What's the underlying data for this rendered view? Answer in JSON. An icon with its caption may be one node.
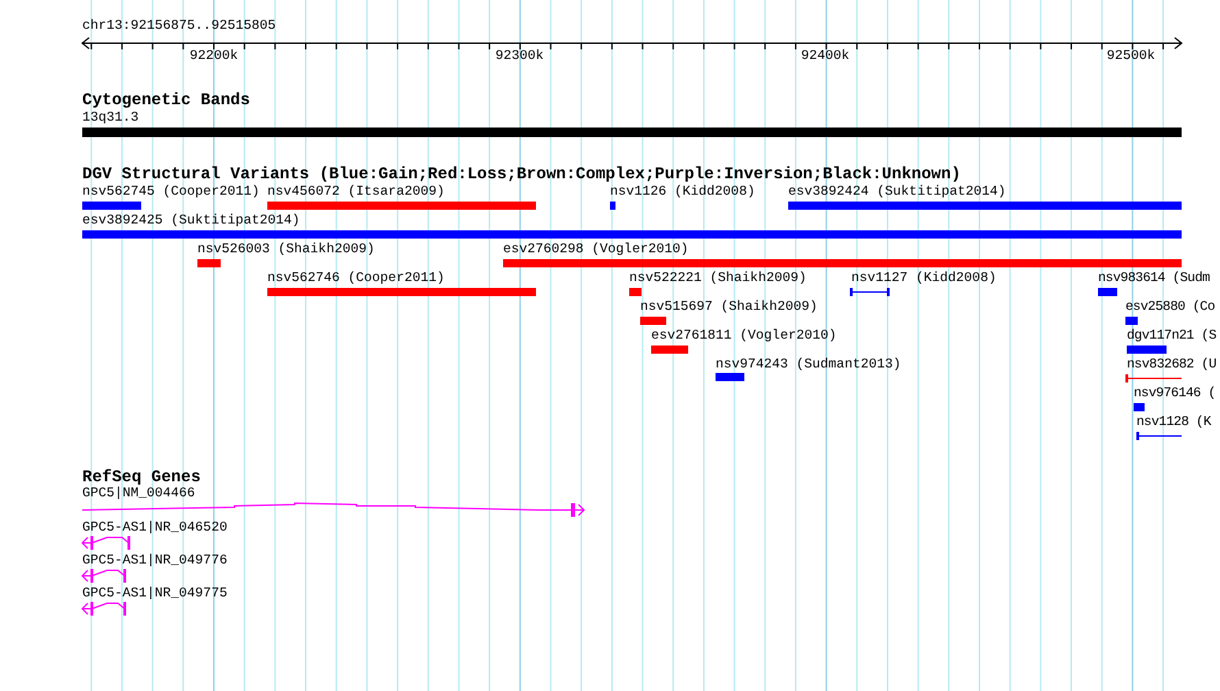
{
  "diagram": {
    "labels": [
      "chr13:92156875..92515805",
      "92200k",
      "92300k",
      "92400k",
      "92500k",
      "Cytogenetic Bands",
      "13q31.3",
      "DGV Structural Variants (Blue:Gain;Red:Loss;Brown:Complex;Purple:Inversion;Black:Unknown)",
      "nsv562745 (Cooper2011)",
      "nsv456072 (Itsara2009)",
      "nsv1126 (Kidd2008)",
      "esv3892424 (Suktitipat2014)",
      "esv3892425 (Suktitipat2014)",
      "nsv526003 (Shaikh2009)",
      "esv2760298 (Vogler2010)",
      "nsv562746 (Cooper2011)",
      "nsv522221 (Shaikh2009)",
      "nsv1127 (Kidd2008)",
      "nsv983614 (Sudm",
      "nsv515697 (Shaikh2009)",
      "esv25880 (Co",
      "esv2761811 (Vogler2010)",
      "dgv117n21 (S",
      "nsv974243 (Sudmant2013)",
      "nsv832682 (U",
      "nsv976146 (",
      "nsv1128 (K",
      "RefSeq Genes",
      "GPC5|NM_004466",
      "GPC5-AS1|NR_046520",
      "GPC5-AS1|NR_049776",
      "GPC5-AS1|NR_049775"
    ]
  }
}
